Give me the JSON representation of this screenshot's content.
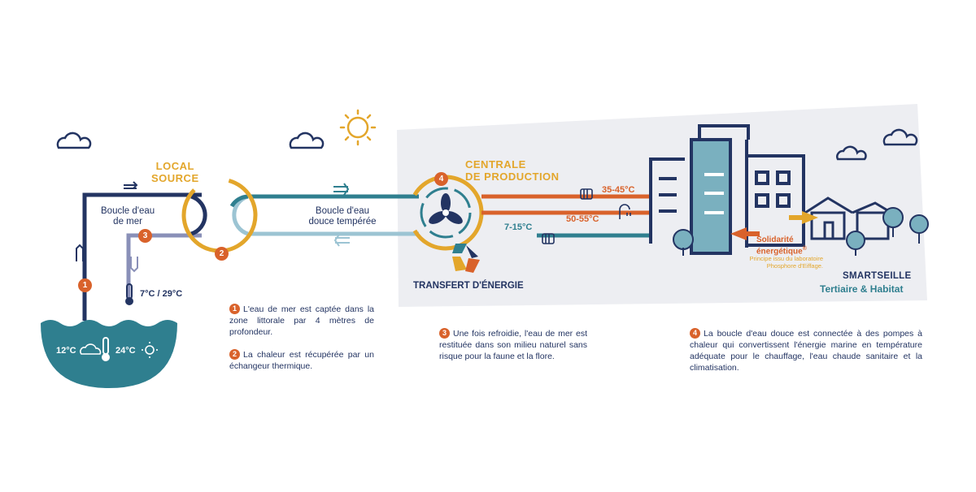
{
  "labels": {
    "local_source": [
      "LOCAL",
      "SOURCE"
    ],
    "centrale": [
      "CENTRALE",
      "DE PRODUCTION"
    ],
    "boucle_mer": [
      "Boucle d'eau",
      "de mer"
    ],
    "boucle_douce": [
      "Boucle d'eau",
      "douce tempérée"
    ],
    "transfert": "TRANSFERT D'ÉNERGIE",
    "smartseille": "SMARTSEILLE",
    "tertiaire": "Tertiaire & Habitat",
    "solidarite": [
      "Solidarité",
      "énergétique"
    ],
    "solidarite_mark": "®",
    "principe": [
      "Principe issu du laboratoire",
      "Phosphore d'Eiffage."
    ]
  },
  "temperatures": {
    "sea_winter": "12°C",
    "sea_summer": "24°C",
    "return": "7°C / 29°C",
    "heating": "35-45°C",
    "hot_water": "50-55°C",
    "cooling": "7-15°C"
  },
  "steps": {
    "s1": "1",
    "s2": "2",
    "s3": "3",
    "s4": "4"
  },
  "notes": {
    "n1": "L'eau de mer est captée dans la zone littorale par 4 mètres de profondeur.",
    "n2": "La chaleur est récupérée par un échangeur thermique.",
    "n3": "Une fois refroidie, l'eau de mer est restituée dans son milieu naturel sans risque pour la faune et la flore.",
    "n4": "La boucle d'eau douce est connectée à des pompes à chaleur qui convertissent l'énergie marine en température adéquate pour le chauffage, l'eau chaude sanitaire et la climatisation."
  },
  "colors": {
    "navy": "#233462",
    "teal": "#2f7f8f",
    "light_blue": "#9cc4d3",
    "orange": "#d9622b",
    "gold": "#e3a62b",
    "grey_panel": "#edeef2",
    "lavender": "#8a90b8"
  },
  "icons": [
    "cloud-icon",
    "sun-icon",
    "thermometer-icon",
    "radiator-icon",
    "shower-icon",
    "fan-icon",
    "recycle-icon",
    "tree-icon",
    "arrow-icon"
  ]
}
